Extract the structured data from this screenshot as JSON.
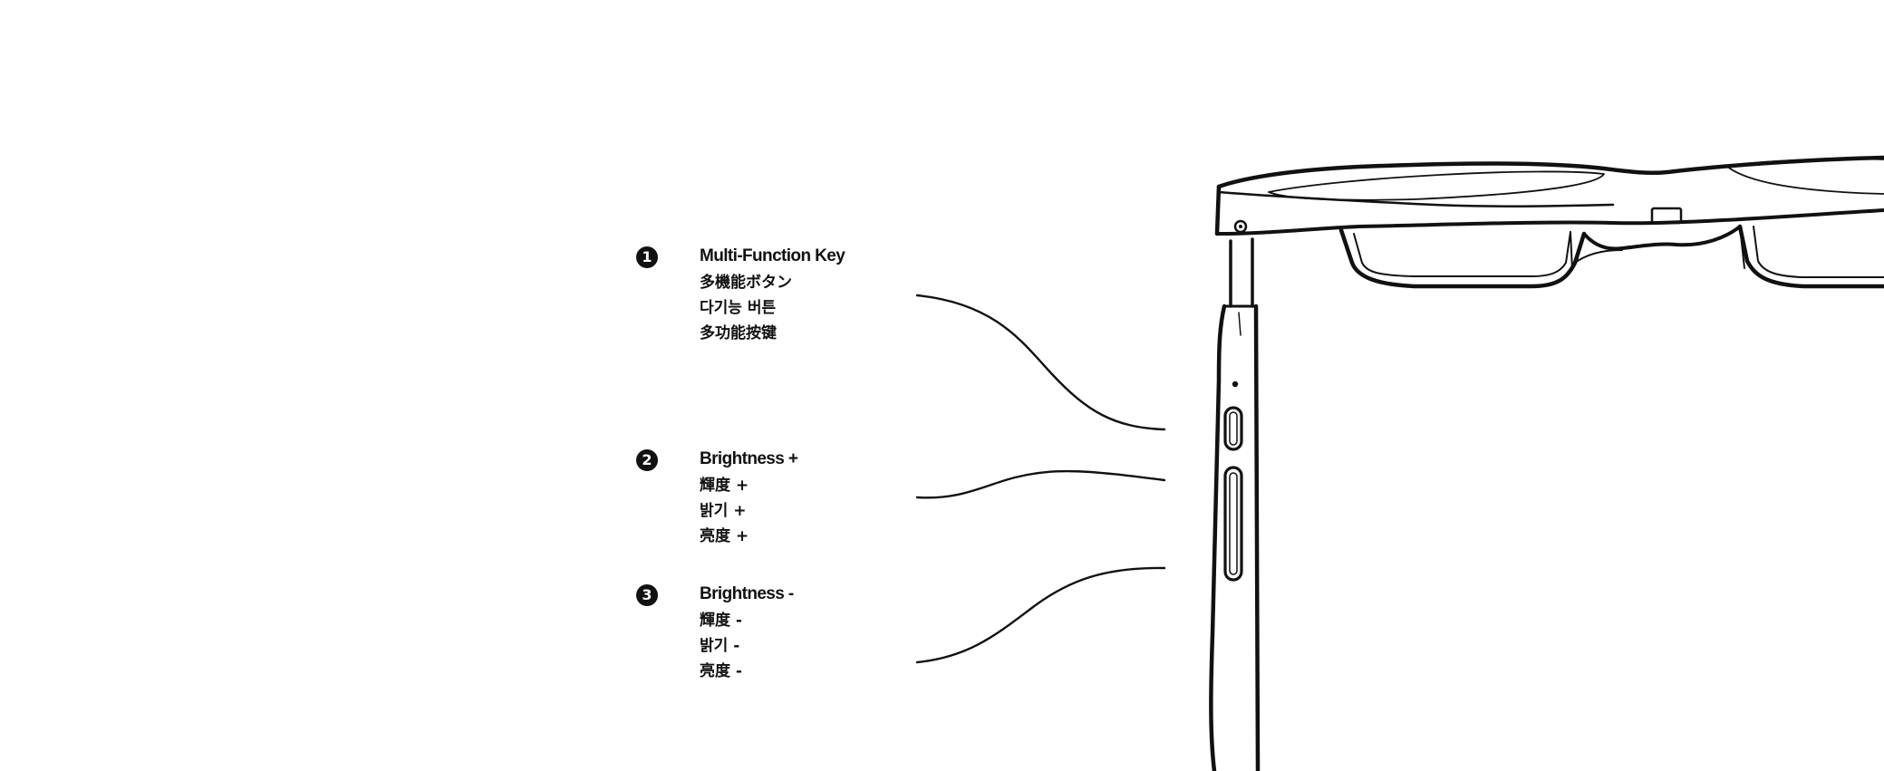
{
  "callouts": [
    {
      "number": "1",
      "labels": {
        "en": "Multi-Function Key",
        "ja": "多機能ボタン",
        "ko": "다기능 버튼",
        "zh": "多功能按键"
      }
    },
    {
      "number": "2",
      "labels": {
        "en": "Brightness +",
        "zh_tw": "輝度 +",
        "ko": "밝기 +",
        "zh": "亮度 +"
      }
    },
    {
      "number": "3",
      "labels": {
        "en": "Brightness -",
        "zh_tw": "輝度 -",
        "ko": "밝기 -",
        "zh": "亮度 -"
      }
    }
  ],
  "colors": {
    "ink": "#111111",
    "background": "#ffffff"
  }
}
